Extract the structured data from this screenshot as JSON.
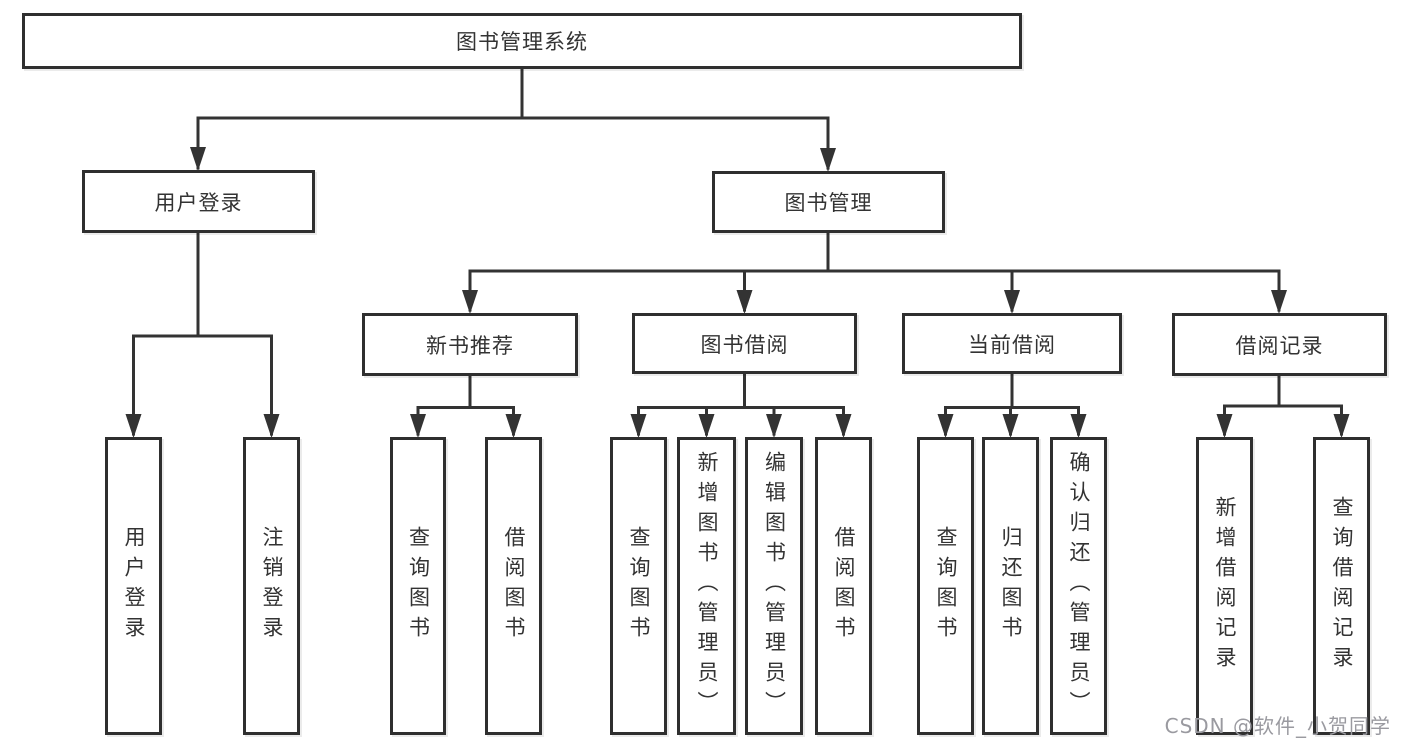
{
  "nodes": {
    "root": "图书管理系统",
    "level2": [
      "用户登录",
      "图书管理"
    ],
    "level3": [
      "新书推荐",
      "图书借阅",
      "当前借阅",
      "借阅记录"
    ],
    "leaves_user_login": [
      "用户登录",
      "注销登录"
    ],
    "leaves_new_book": [
      "查询图书",
      "借阅图书"
    ],
    "leaves_book_borrow": [
      "查询图书",
      "新增图书（管理员）",
      "编辑图书（管理员）",
      "借阅图书"
    ],
    "leaves_current_borrow": [
      "查询图书",
      "归还图书",
      "确认归还（管理员）"
    ],
    "leaves_borrow_records": [
      "新增借阅记录",
      "查询借阅记录"
    ]
  },
  "watermark": "CSDN @软件_小贺同学",
  "colors": {
    "line": "#333333",
    "box_border": "#2f2f2f",
    "text": "#333333",
    "watermark": "#9a9aa0",
    "background": "#ffffff"
  }
}
